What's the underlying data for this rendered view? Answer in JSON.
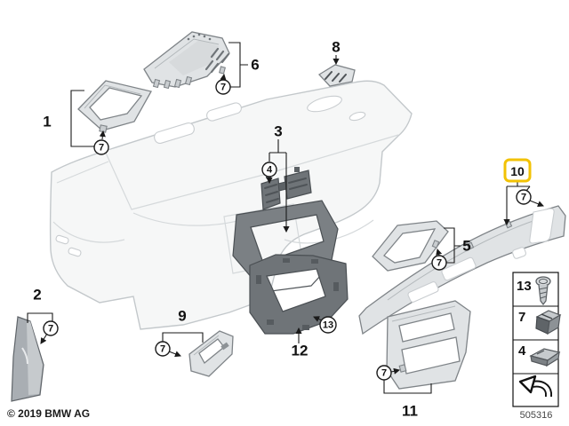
{
  "diagram": {
    "number": "505316",
    "highlighted_item": "10",
    "highlight_color": "#F2C204"
  },
  "footer": {
    "copyright": "© 2019 BMW AG"
  },
  "callouts": {
    "n1": "1",
    "n2": "2",
    "n3": "3",
    "n4": "4",
    "n5": "5",
    "n6": "6",
    "n7": "7",
    "n8": "8",
    "n9": "9",
    "n10": "10",
    "n11": "11",
    "n12": "12",
    "n13": "13"
  },
  "legend": {
    "rows": [
      {
        "ref": "13",
        "icon": "screw-icon"
      },
      {
        "ref": "7",
        "icon": "clip-icon"
      },
      {
        "ref": "4",
        "icon": "grommet-icon"
      },
      {
        "ref": "",
        "icon": "direction-arrow-icon"
      }
    ]
  }
}
